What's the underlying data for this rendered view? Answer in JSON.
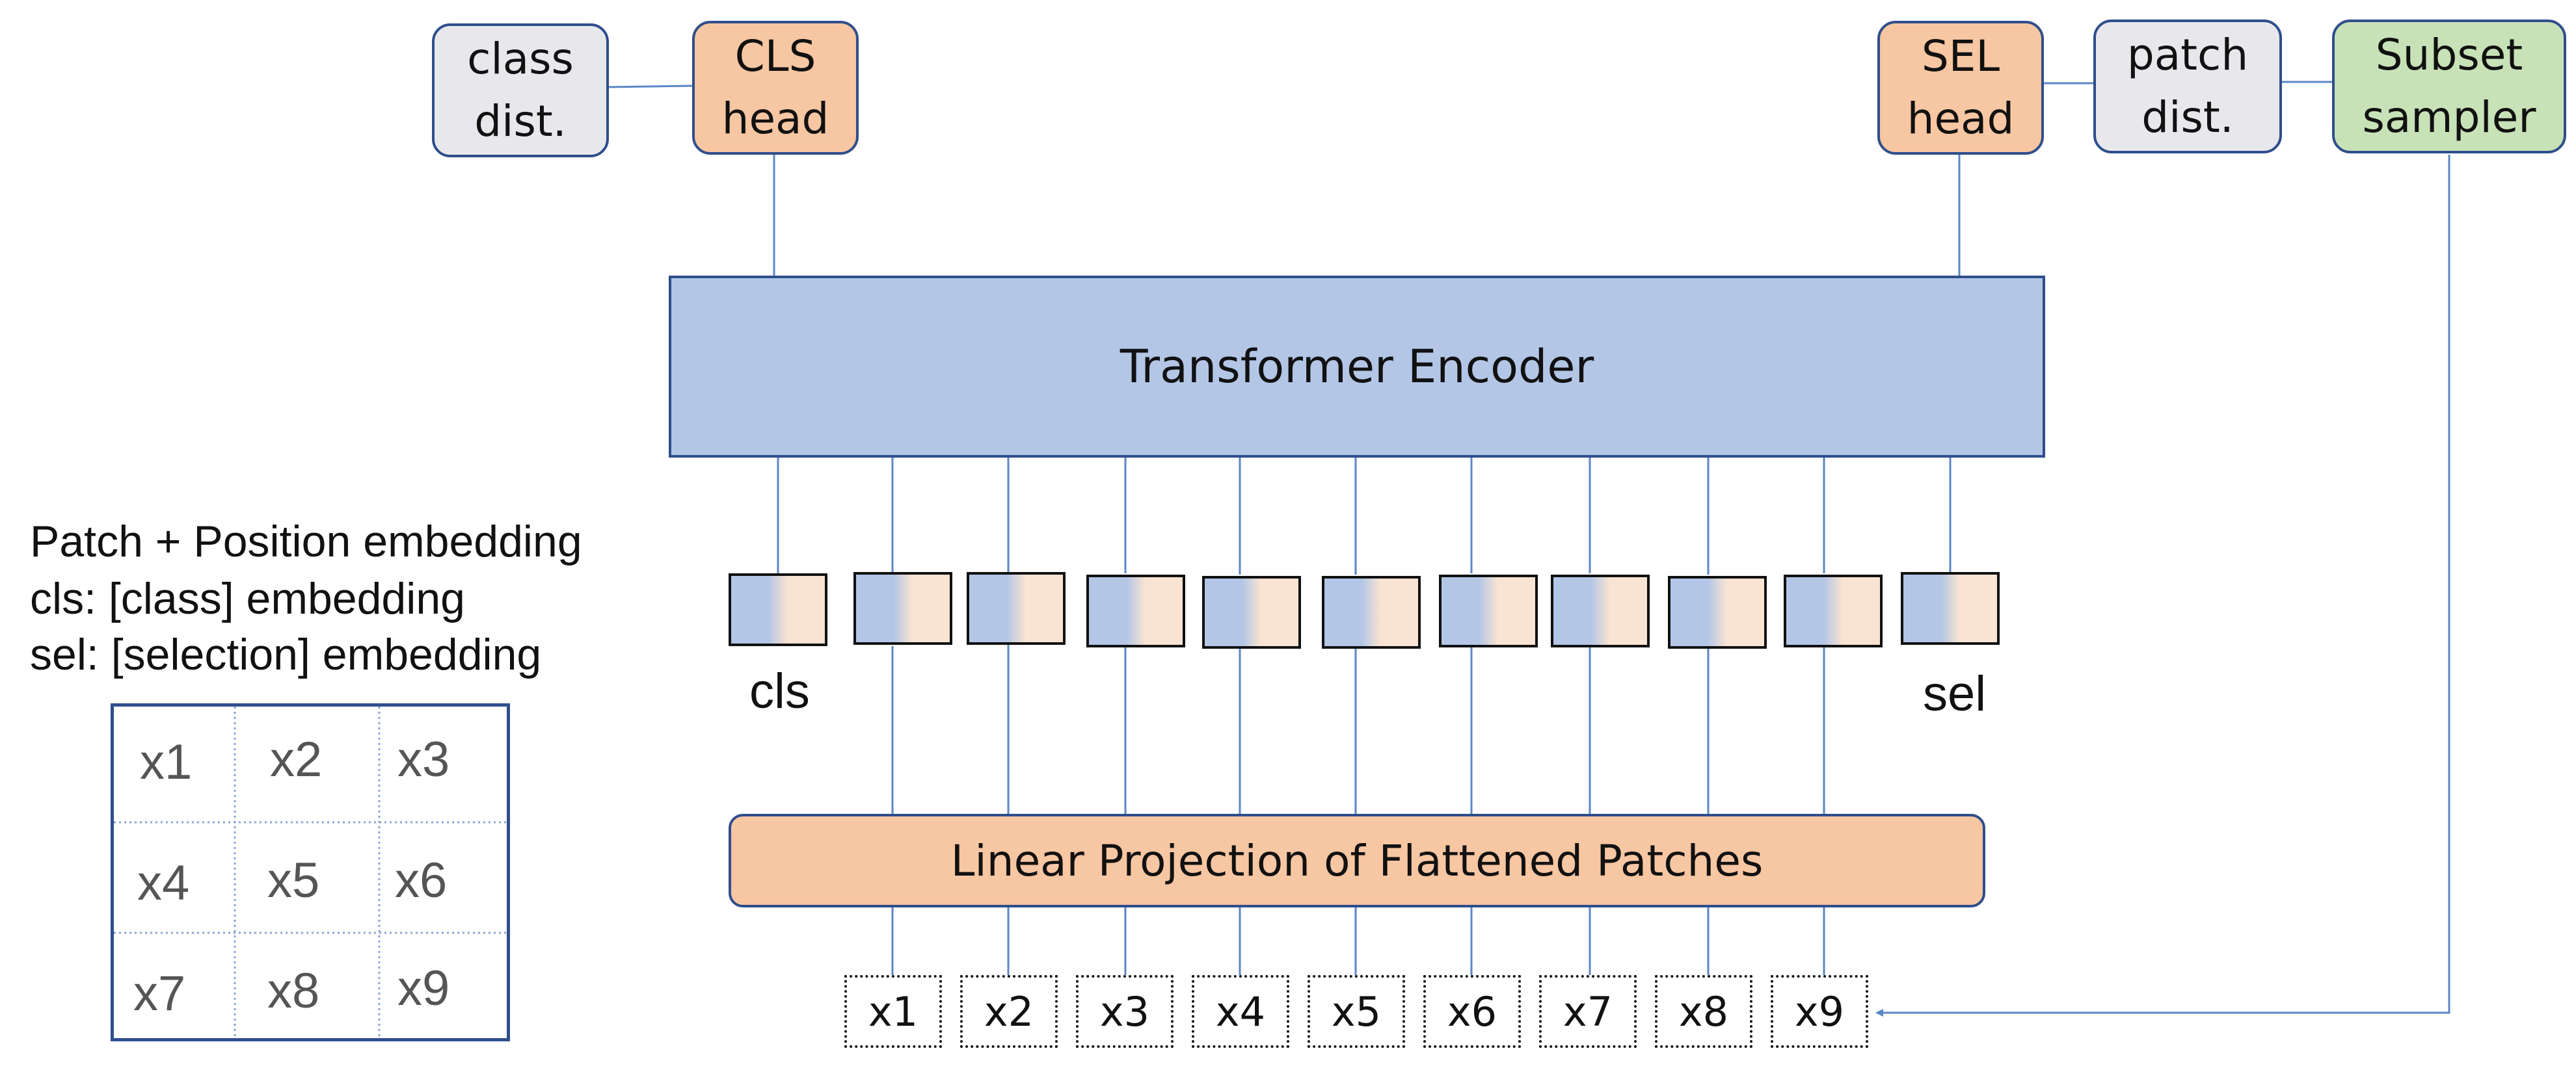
{
  "top_nodes": {
    "class_dist": [
      "class",
      "dist."
    ],
    "cls_head": [
      "CLS",
      "head"
    ],
    "sel_head": [
      "SEL",
      "head"
    ],
    "patch_dist": [
      "patch",
      "dist."
    ],
    "subset_sampler": [
      "Subset",
      "sampler"
    ]
  },
  "encoder_label": "Transformer Encoder",
  "projection_label": "Linear Projection of Flattened Patches",
  "token_labels": {
    "cls": "cls",
    "sel": "sel"
  },
  "legend": [
    "Patch + Position embedding",
    "cls: [class] embedding",
    "sel: [selection] embedding"
  ],
  "patch_grid": [
    [
      "x1",
      "x2",
      "x3"
    ],
    [
      "x4",
      "x5",
      "x6"
    ],
    [
      "x7",
      "x8",
      "x9"
    ]
  ],
  "patches": [
    "x1",
    "x2",
    "x3",
    "x4",
    "x5",
    "x6",
    "x7",
    "x8",
    "x9"
  ],
  "colors": {
    "border": "#2f4e8c",
    "encoder": "#b3c6e6",
    "head": "#f7c6a2",
    "dist": "#e8e8ec",
    "sampler": "#c7e2b7",
    "line": "#5b86c5"
  }
}
